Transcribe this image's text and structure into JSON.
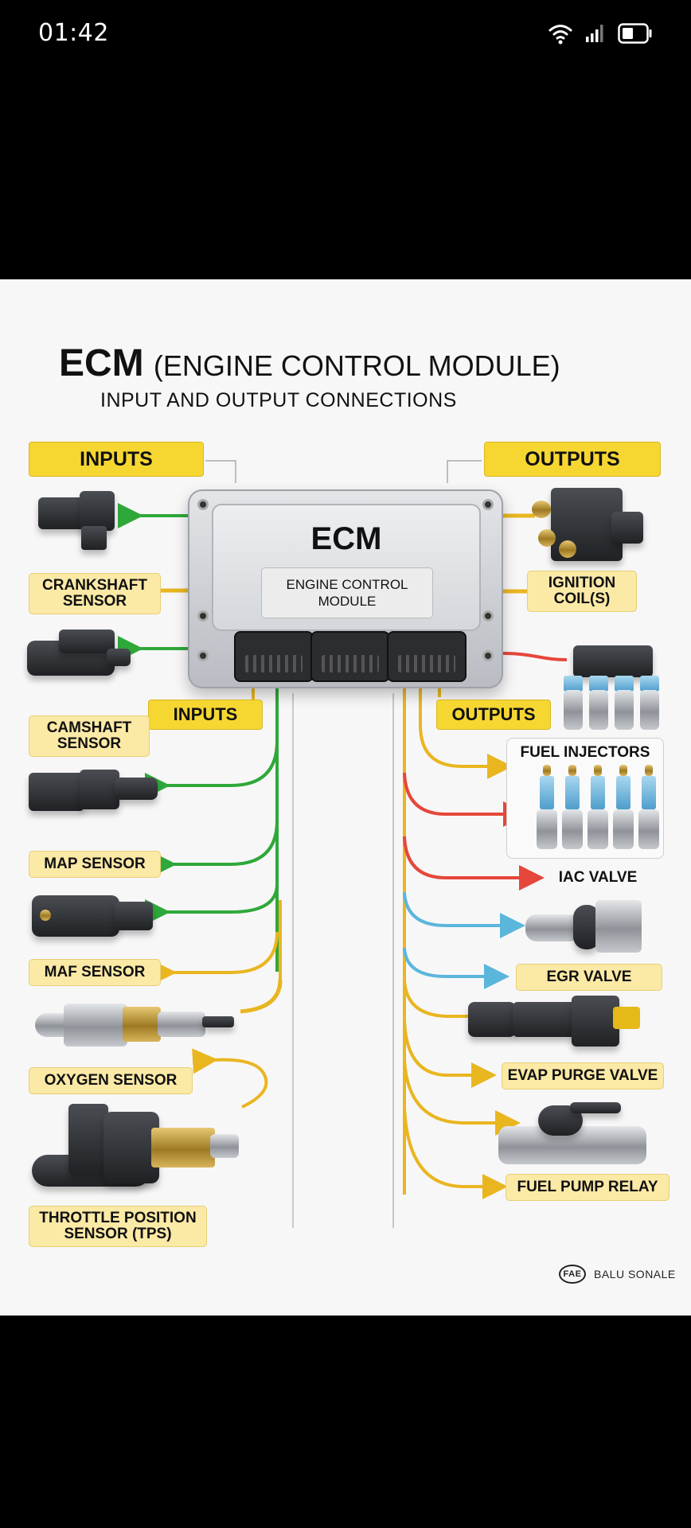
{
  "status_bar": {
    "time": "01:42",
    "icons": [
      "wifi-icon",
      "cellular-signal-icon",
      "battery-icon"
    ]
  },
  "infographic": {
    "title_bold": "ECM",
    "title_rest": "(ENGINE CONTROL MODULE)",
    "subtitle": "INPUT AND OUTPUT CONNECTIONS",
    "ecm": {
      "logo": "ECM",
      "plate_line1": "ENGINE CONTROL",
      "plate_line2": "MODULE"
    },
    "inputs": {
      "header": "INPUTS",
      "sub_header": "INPUTS",
      "items": [
        {
          "label": "CRANKSHAFT SENSOR",
          "wire_color": "green"
        },
        {
          "label": "CAMSHAFT SENSOR",
          "wire_color": "green"
        },
        {
          "label": "MAP SENSOR",
          "wire_color": "green"
        },
        {
          "label": "MAF SENSOR",
          "wire_color": "green-yellow"
        },
        {
          "label": "OXYGEN SENSOR",
          "wire_color": "yellow"
        },
        {
          "label": "THROTTLE POSITION SENSOR (TPS)",
          "wire_color": "yellow"
        }
      ]
    },
    "outputs": {
      "header": "OUTPUTS",
      "sub_header": "OUTPUTS",
      "items": [
        {
          "label": "IGNITION COIL(S)",
          "wire_color": "yellow"
        },
        {
          "label": "FUEL INJECTORS",
          "wire_color": "red"
        },
        {
          "label": "IAC VALVE",
          "wire_color": "red"
        },
        {
          "label": "EGR VALVE",
          "wire_color": "blue"
        },
        {
          "label": "EVAP PURGE VALVE",
          "wire_color": "yellow"
        },
        {
          "label": "FUEL PUMP RELAY",
          "wire_color": "yellow"
        }
      ]
    },
    "colors": {
      "header_yellow": "#f6d732",
      "label_yellow": "#fbe9a6",
      "wire_green": "#2fa83a",
      "wire_yellow": "#e9b620",
      "wire_red": "#e5473a",
      "wire_blue": "#5bb6dc"
    },
    "watermark": {
      "logo": "FAE",
      "text": "BALU SONALE"
    }
  }
}
